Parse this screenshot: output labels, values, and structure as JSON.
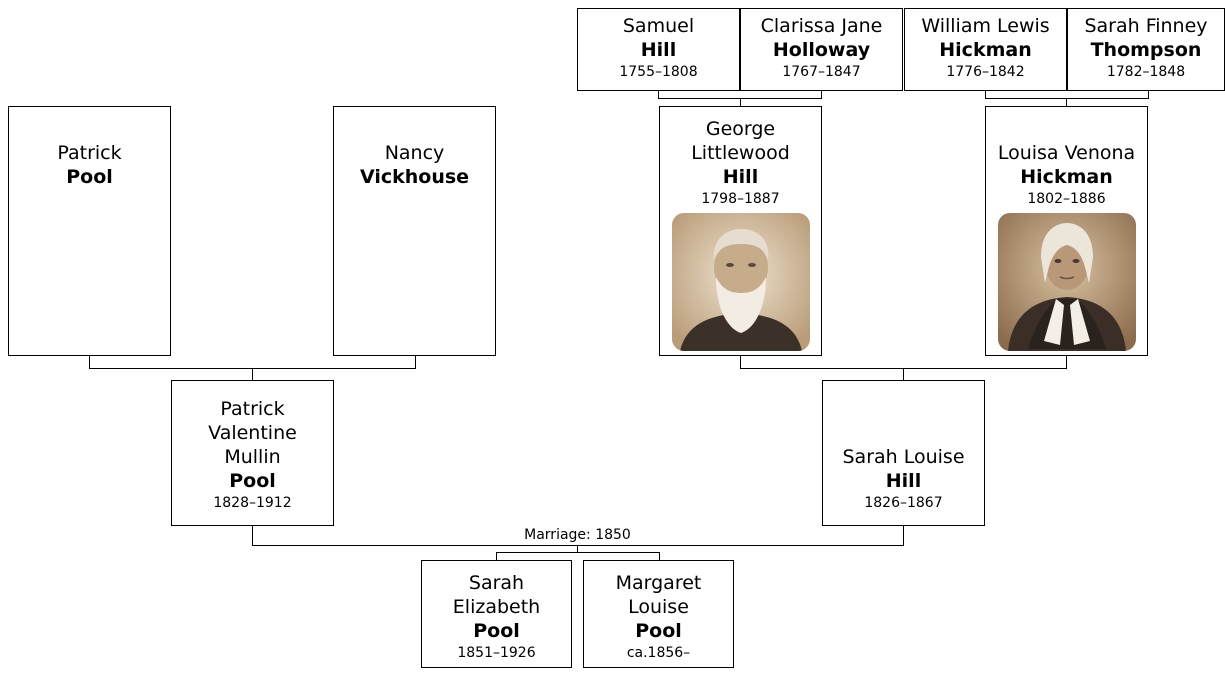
{
  "people": {
    "samuel_hill": {
      "given": "Samuel",
      "surname": "Hill",
      "dates": "1755–1808"
    },
    "clarissa_holloway": {
      "given": "Clarissa Jane",
      "surname": "Holloway",
      "dates": "1767–1847"
    },
    "william_hickman": {
      "given": "William Lewis",
      "surname": "Hickman",
      "dates": "1776–1842"
    },
    "sarah_thompson": {
      "given": "Sarah Finney",
      "surname": "Thompson",
      "dates": "1782–1848"
    },
    "patrick_pool": {
      "given": "Patrick",
      "surname": "Pool"
    },
    "nancy_vickhouse": {
      "given": "Nancy",
      "surname": "Vickhouse"
    },
    "george_hill": {
      "given_line1": "George",
      "given_line2": "Littlewood",
      "surname": "Hill",
      "dates": "1798–1887",
      "photo_icon": "portrait-photo-bearded-man"
    },
    "louisa_hickman": {
      "given": "Louisa Venona",
      "surname": "Hickman",
      "dates": "1802–1886",
      "photo_icon": "portrait-photo-woman-bonnet"
    },
    "patrick_v_pool": {
      "given_line1": "Patrick",
      "given_line2": "Valentine",
      "given_line3": "Mullin",
      "surname": "Pool",
      "dates": "1828–1912"
    },
    "sarah_l_hill": {
      "given": "Sarah Louise",
      "surname": "Hill",
      "dates": "1826–1867"
    },
    "sarah_e_pool": {
      "given_line1": "Sarah",
      "given_line2": "Elizabeth",
      "surname": "Pool",
      "dates": "1851–1926"
    },
    "margaret_pool": {
      "given_line1": "Margaret",
      "given_line2": "Louise",
      "surname": "Pool",
      "dates": "ca.1856–"
    }
  },
  "marriage_label": "Marriage: 1850",
  "colors": {
    "line": "#000000",
    "box_border": "#000000",
    "photo_tone": "#b89a78"
  }
}
